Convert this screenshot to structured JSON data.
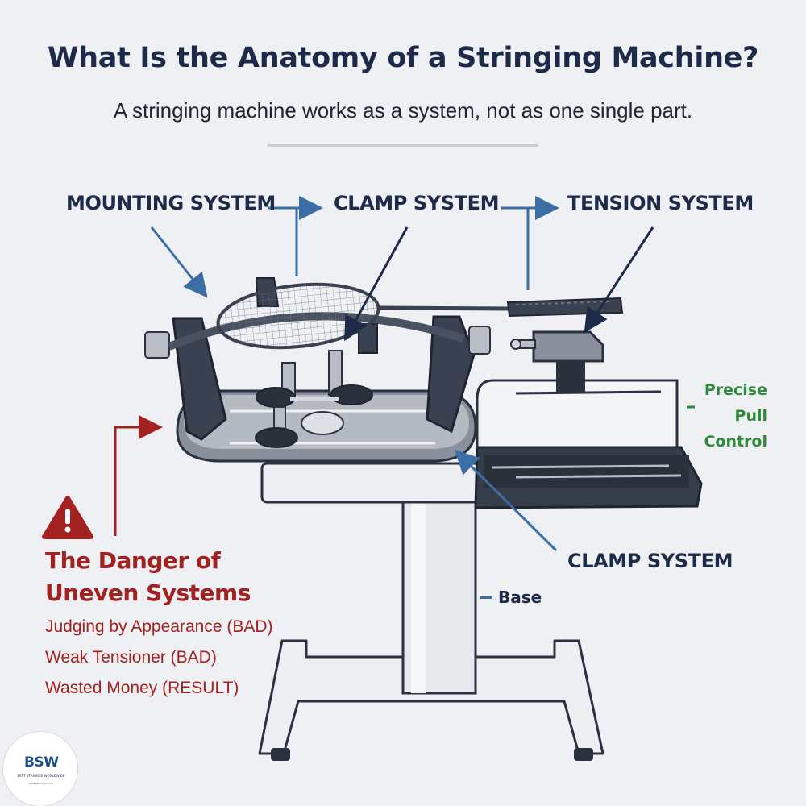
{
  "header": {
    "title": "What Is the Anatomy of a Stringing Machine?",
    "subtitle": "A stringing machine works as a system, not as one single part."
  },
  "labels": {
    "mounting": "MOUNTING SYSTEM",
    "clamp_top": "CLAMP SYSTEM",
    "tension": "TENSION SYSTEM",
    "clamp_bottom": "CLAMP SYSTEM",
    "base": "Base",
    "precise": [
      "Precise",
      "Pull",
      "Control"
    ]
  },
  "danger": {
    "title_line1": "The Danger of",
    "title_line2": "Uneven Systems",
    "items": [
      "Judging by Appearance (BAD)",
      "Weak Tensioner (BAD)",
      "Wasted Money (RESULT)"
    ]
  },
  "logo": {
    "name": "BSW",
    "tagline": "BEST STRINGER WORLDWIDE",
    "url": "www.bsstringer.com"
  },
  "colors": {
    "navy": "#1d2a48",
    "arrow_blue": "#3c6ea6",
    "danger_red": "#a32121",
    "green": "#2f8a3a",
    "background": "#eef0f4"
  }
}
